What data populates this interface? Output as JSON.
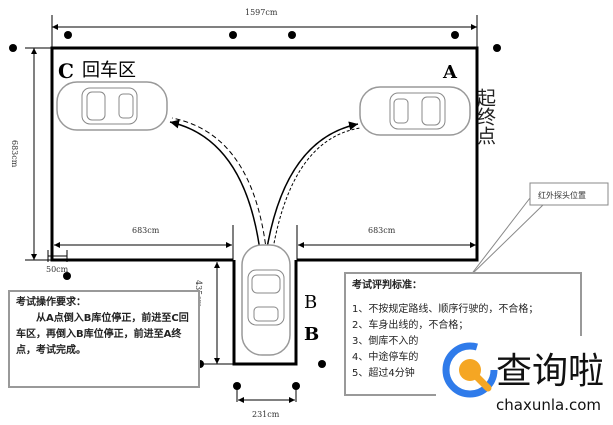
{
  "dimensions": {
    "total_width": "1597cm",
    "height": "683cm",
    "left_width": "683cm",
    "right_width": "683cm",
    "offset": "50cm",
    "bay_depth": "435cm",
    "bay_width": "231cm"
  },
  "labels": {
    "c_letter": "C",
    "c_text": "回车区",
    "a_letter": "A",
    "start_end": "起终点",
    "b1": "B",
    "b2": "B",
    "sensor": "红外探头位置"
  },
  "requirements": {
    "title": "考试操作要求：",
    "body": "从A点倒入B库位停正，前进至C回车区，再倒入B库位停正，前进至A终点，考试完成。"
  },
  "criteria": {
    "title": "考试评判标准：",
    "items": [
      "1、不按规定路线、顺序行驶的，不合格；",
      "2、车身出线的，不合格；",
      "3、倒库不入的",
      "4、中途停车的",
      "5、超过4分钟"
    ]
  },
  "watermark": {
    "name": "查询啦",
    "url": "chaxunla.com",
    "blue": "#2f7bea",
    "orange": "#f5a623"
  }
}
